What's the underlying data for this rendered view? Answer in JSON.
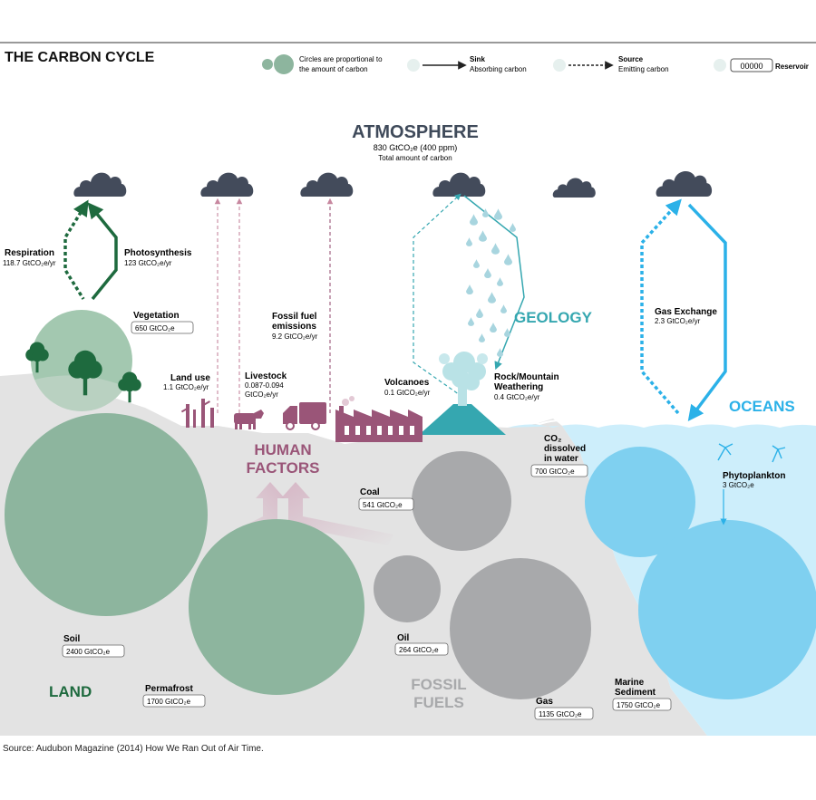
{
  "title": "THE CARBON CYCLE",
  "legend": {
    "circles": "Circles are proportional to",
    "circles2": "the amount of carbon",
    "sink": "Sink",
    "sink_desc": "Absorbing carbon",
    "source": "Source",
    "source_desc": "Emitting carbon",
    "reservoir_box": "00000",
    "reservoir": "Reservoir"
  },
  "atmosphere": {
    "label": "ATMOSPHERE",
    "value": "830 GtCO₂e (400 ppm)",
    "desc": "Total amount of carbon"
  },
  "section_labels": {
    "geology": "GEOLOGY",
    "oceans": "OCEANS",
    "land": "LAND",
    "human1": "HUMAN",
    "human2": "FACTORS",
    "fossil1": "FOSSIL",
    "fossil2": "FUELS"
  },
  "flows": {
    "respiration": {
      "label": "Respiration",
      "value": "118.7 GtCO₂e/yr"
    },
    "photosynthesis": {
      "label": "Photosynthesis",
      "value": "123 GtCO₂e/yr"
    },
    "fossil_fuel": {
      "label1": "Fossil fuel",
      "label2": "emissions",
      "value": "9.2 GtCO₂e/yr"
    },
    "land_use": {
      "label": "Land use",
      "value": "1.1 GtCO₂e/yr"
    },
    "livestock": {
      "label": "Livestock",
      "value1": "0.087-0.094",
      "value2": "GtCO₂e/yr"
    },
    "volcanoes": {
      "label": "Volcanoes",
      "value": "0.1 GtCO₂e/yr"
    },
    "weathering": {
      "label1": "Rock/Mountain",
      "label2": "Weathering",
      "value": "0.4 GtCO₂e/yr"
    },
    "gas_exchange": {
      "label": "Gas Exchange",
      "value": "2.3 GtCO₂e/yr"
    },
    "phytoplankton": {
      "label": "Phytoplankton",
      "value": "3 GtCO₂e"
    }
  },
  "reservoirs": {
    "vegetation": {
      "label": "Vegetation",
      "value": "650 GtCO₂e",
      "amount": 650
    },
    "soil": {
      "label": "Soil",
      "value": "2400 GtCO₂e",
      "amount": 2400
    },
    "permafrost": {
      "label": "Permafrost",
      "value": "1700 GtCO₂e",
      "amount": 1700
    },
    "coal": {
      "label": "Coal",
      "value": "541 GtCO₂e",
      "amount": 541
    },
    "oil": {
      "label": "Oil",
      "value": "264 GtCO₂e",
      "amount": 264
    },
    "gas": {
      "label": "Gas",
      "value": "1135 GtCO₂e",
      "amount": 1135
    },
    "co2_water": {
      "label1": "CO₂",
      "label2": "dissolved",
      "label3": "in water",
      "value": "700 GtCO₂e",
      "amount": 700
    },
    "marine": {
      "label1": "Marine",
      "label2": "Sediment",
      "value": "1750 GtCO₂e",
      "amount": 1750
    }
  },
  "source_text": "Source: Audubon Magazine (2014) How We Ran Out of Air Time.",
  "colors": {
    "land_green": "#8db59e",
    "dark_green": "#1e6a3e",
    "vegetation": "#a3c8b0",
    "fossil_grey": "#a8a9ab",
    "ocean_circle": "#7fd0f0",
    "ocean_bg": "#cdeefb",
    "ocean_text": "#2bb1e8",
    "geology": "#35a7b0",
    "human": "#9a5578",
    "atmosphere": "#3f4a5a",
    "cloud": "#434b5b",
    "ground": "#e3e3e3"
  },
  "icons": [
    "cloud-icon",
    "tree-icon",
    "cow-icon",
    "truck-icon",
    "factory-icon",
    "volcano-icon",
    "phytoplankton-icon",
    "raindrop-icon"
  ]
}
